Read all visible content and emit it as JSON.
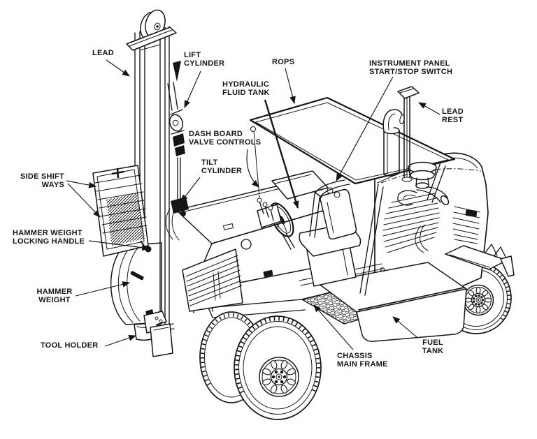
{
  "figure": {
    "background": "#ffffff",
    "ink": "#151515"
  },
  "labels": [
    {
      "name": "lead",
      "text": "LEAD"
    },
    {
      "name": "lift-cylinder",
      "text": "LIFT\nCYLINDER"
    },
    {
      "name": "rops",
      "text": "ROPS"
    },
    {
      "name": "instrument-panel-start-stop",
      "text": "INSTRUMENT PANEL\nSTART/STOP SWITCH"
    },
    {
      "name": "hydraulic-fluid-tank",
      "text": "HYDRAULIC\nFLUID TANK"
    },
    {
      "name": "dash-board-valve-controls",
      "text": "DASH BOARD\nVALVE CONTROLS"
    },
    {
      "name": "tilt-cylinder",
      "text": "TILT\nCYLINDER"
    },
    {
      "name": "side-shift-ways",
      "text": "SIDE SHIFT\nWAYS"
    },
    {
      "name": "hammer-weight-locking-handle",
      "text": "HAMMER WEIGHT\nLOCKING HANDLE"
    },
    {
      "name": "hammer-weight",
      "text": "HAMMER\nWEIGHT"
    },
    {
      "name": "tool-holder",
      "text": "TOOL HOLDER"
    },
    {
      "name": "chassis-main-frame",
      "text": "CHASSIS\nMAIN FRAME"
    },
    {
      "name": "fuel-tank",
      "text": "FUEL\nTANK"
    },
    {
      "name": "lead-rest",
      "text": "LEAD\nREST"
    }
  ]
}
